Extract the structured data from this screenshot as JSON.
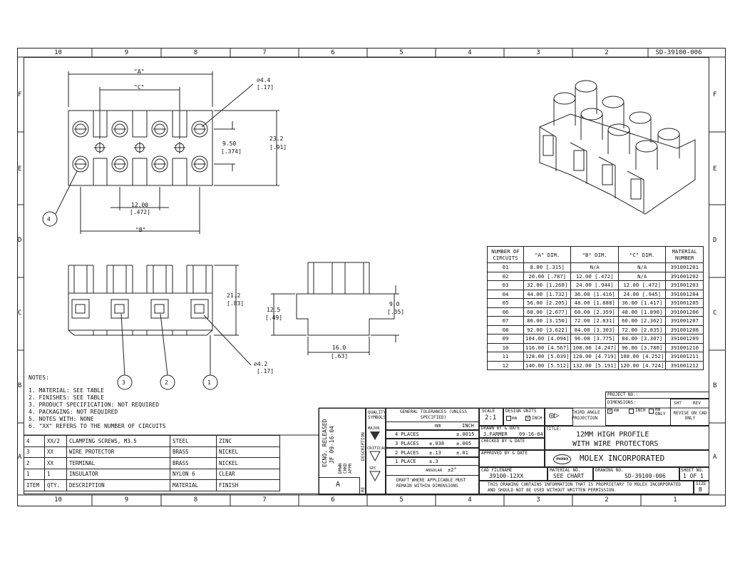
{
  "sheet_number_box": "SD-39100-006",
  "zones_top": [
    "10",
    "9",
    "8",
    "7",
    "6",
    "5",
    "4",
    "3",
    "2"
  ],
  "zones_bottom": [
    "10",
    "9",
    "8",
    "7",
    "6",
    "5",
    "4",
    "3",
    "2",
    "1"
  ],
  "rows_left": [
    "F",
    "E",
    "D",
    "C",
    "B",
    "A"
  ],
  "dimensions": {
    "a": "\"A\"",
    "c": "\"C\"",
    "b": "\"B\"",
    "hole_dia": "∅4.4",
    "hole_dia_in": "[.17]",
    "d_950": "9.50",
    "d_950_in": "[.374]",
    "d_232": "23.2",
    "d_232_in": "[.91]",
    "d_1200": "12.00",
    "d_1200_in": "[.472]",
    "d_212": "21.2",
    "d_212_in": "[.83]",
    "d_42": "∅4.2",
    "d_42_in": "[.17]",
    "d_125": "12.5",
    "d_125_in": "[.49]",
    "d_90": "9.0",
    "d_90_in": "[.35]",
    "d_160": "16.0",
    "d_160_in": "[.63]"
  },
  "balloons": [
    "4",
    "3",
    "2",
    "1"
  ],
  "circuits_table": {
    "headers": [
      "NUMBER OF CIRCUITS",
      "\"A\" DIM.",
      "\"B\" DIM.",
      "\"C\" DIM.",
      "MATERIAL NUMBER"
    ],
    "rows": [
      [
        "01",
        "8.00 [.315]",
        "N/A",
        "N/A",
        "391001201"
      ],
      [
        "02",
        "20.00 [.787]",
        "12.00 [.472]",
        "N/A",
        "391001202"
      ],
      [
        "03",
        "32.00 [1.260]",
        "24.00 [.944]",
        "12.00 [.472]",
        "391001203"
      ],
      [
        "04",
        "44.00 [1.732]",
        "36.00 [1.416]",
        "24.00 [.945]",
        "391001204"
      ],
      [
        "05",
        "56.00 [2.205]",
        "48.00 [1.888]",
        "36.00 [1.417]",
        "391001205"
      ],
      [
        "06",
        "68.00 [2.677]",
        "60.00 [2.359]",
        "48.00 [1.890]",
        "391001206"
      ],
      [
        "07",
        "80.00 [3.150]",
        "72.00 [2.831]",
        "60.00 [2.362]",
        "391001207"
      ],
      [
        "08",
        "92.00 [3.622]",
        "84.00 [3.303]",
        "72.00 [2.835]",
        "391001208"
      ],
      [
        "09",
        "104.00 [4.094]",
        "96.00 [3.775]",
        "84.00 [3.307]",
        "391001209"
      ],
      [
        "10",
        "116.00 [4.567]",
        "108.00 [4.247]",
        "96.00 [3.780]",
        "391001210"
      ],
      [
        "11",
        "128.00 [5.039]",
        "120.00 [4.719]",
        "108.00 [4.252]",
        "391001211"
      ],
      [
        "12",
        "140.00 [5.512]",
        "132.00 [5.191]",
        "120.00 [4.724]",
        "391001212"
      ]
    ]
  },
  "notes": {
    "title": "NOTES:",
    "items": [
      "1. MATERIAL: SEE TABLE",
      "2. FINISHES: SEE TABLE",
      "3. PRODUCT SPECIFICATION: NOT REQUIRED",
      "4. PACKAGING: NOT REQUIRED",
      "5. NOTES WITH: NONE",
      "6. \"XX\" REFERS TO THE NUMBER OF CIRCUITS"
    ]
  },
  "bom": {
    "rows": [
      [
        "4",
        "XX/2",
        "CLAMPING SCREWS, M3.5",
        "STEEL",
        "ZINC"
      ],
      [
        "3",
        "XX",
        "WIRE PROTECTOR",
        "BRASS",
        "NICKEL"
      ],
      [
        "2",
        "XX",
        "TERMINAL",
        "BRASS",
        "NICKEL"
      ],
      [
        "1",
        "1",
        "INSULATOR",
        "NYLON 6",
        "CLEAR"
      ]
    ],
    "headers": [
      "ITEM",
      "QTY.",
      "DESCRIPTION",
      "MATERIAL",
      "FINISH"
    ]
  },
  "revision": {
    "ecno": "ECNO. RELEASED",
    "by": "JF 09-16-04",
    "drwn": "DRWN",
    "chkd": "CHKD",
    "appr": "APPR",
    "desc": "DESCRIPTION",
    "rev": "A",
    "re": "RE"
  },
  "title_block": {
    "quality": "QUALITY SYMBOLS",
    "major": "MAJOR",
    "critical": "CRITICAL",
    "spc": "SPC",
    "gen_tol": "GENERAL TOLERANCES (UNLESS SPECIFIED)",
    "mm": "mm",
    "inch": "INCH",
    "places4": "4 PLACES",
    "places3": "3 PLACES",
    "places2": "2 PLACES",
    "places1": "1 PLACE",
    "angular": "ANGULAR",
    "tol_3mm": "±.038",
    "tol_4in": "±.0015",
    "tol_3in": "±.005",
    "tol_2mm": "±.13",
    "tol_2in": "±.01",
    "tol_1mm": "±.3",
    "tol_ang": "±2°",
    "draft": "DRAFT WHERE APPLICABLE MUST REMAIN WITHIN DIMENSIONS",
    "scale_label": "SCALE",
    "scale": "2:1",
    "design_units": "DESIGN UNITS",
    "units_mm": "mm",
    "units_inch": "INCH",
    "third_angle": "THIRD ANGLE PROJECTION",
    "drawn_by": "DRAWN BY & DATE",
    "drawn_name": "J.FARMER",
    "drawn_date": "09-16-04",
    "checked_by": "CHECKED BY & DATE",
    "approved_by": "APPROVED BY & DATE",
    "cad_label": "CAD FILENAME",
    "cad": "39100-12XX",
    "material_no_label": "MATERIAL NO.",
    "material_no": "SEE CHART",
    "drawing_no_label": "DRAWING NO.",
    "drawing_no": "SD-39100-006",
    "sheet_label": "SHEET NO.",
    "sheet": "1 OF 1",
    "title_label": "TITLE:",
    "title1": "12MM HIGH PROFILE",
    "title2": "WITH WIRE PROTECTORS",
    "company": "MOLEX INCORPORATED",
    "logo": "molex",
    "project": "PROJECT NO.:",
    "dimensions": "DIMENSIONS:",
    "dim_mm": "mm",
    "dim_inch": "INCH",
    "dim_mm2": "mm ONLY",
    "smt": "SHT",
    "rev": "REV",
    "revise": "REVISE ON CAD ONLY",
    "proprietary": "THIS DRAWING CONTAINS INFORMATION THAT IS PROPRIETARY TO MOLEX INCORPORATED AND SHOULD NOT BE USED WITHOUT WRITTEN PERMISSION.",
    "size_label": "SIZE",
    "size": "B"
  }
}
